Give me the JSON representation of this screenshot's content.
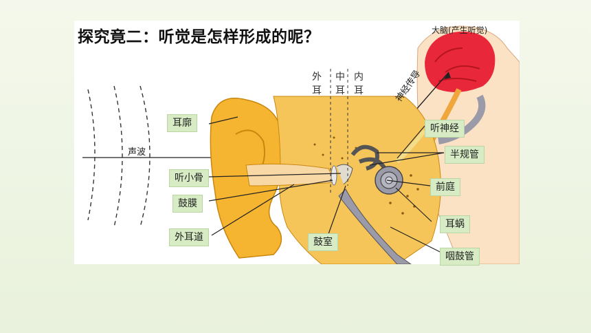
{
  "title": "探究竟二：听觉是怎样形成的呢？",
  "brain_label": "大脑(产生听觉)",
  "nerve_transmission": "神经传导",
  "sound_wave": "声波",
  "ear_regions": {
    "outer": [
      "外",
      "耳"
    ],
    "middle": [
      "中",
      "耳"
    ],
    "inner": [
      "内",
      "耳"
    ]
  },
  "labels": {
    "auricle": "耳廓",
    "ossicles": "听小骨",
    "eardrum": "鼓膜",
    "ear_canal": "外耳道",
    "tympanic_cavity": "鼓室",
    "auditory_nerve": "听神经",
    "semicircular_canals": "半规管",
    "vestibule": "前庭",
    "cochlea": "耳蜗",
    "eustachian_tube": "咽鼓管"
  },
  "colors": {
    "background": "#eef4e2",
    "label_fill": "#d7ecc4",
    "brain": "#e8283a",
    "ear": "#f6b530"
  }
}
